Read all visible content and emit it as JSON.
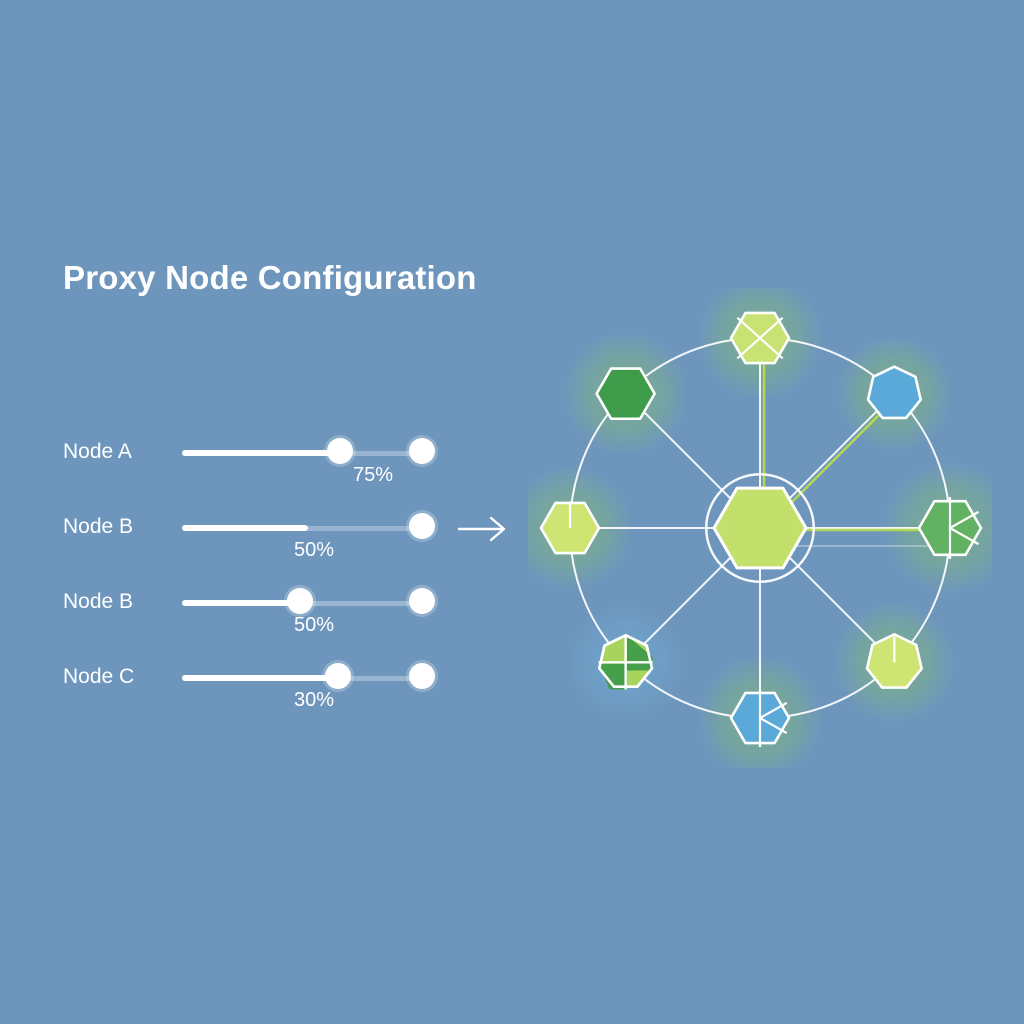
{
  "page": {
    "title": "Proxy Node Configuration",
    "background_color": "#6e96bd"
  },
  "sliders": {
    "rows": [
      {
        "label": "Node A",
        "value_text": "75%",
        "value": 75,
        "fill_pct": 63,
        "thumb_pct": 63,
        "has_end_thumb": true
      },
      {
        "label": "Node B",
        "value_text": "50%",
        "value": 50,
        "fill_pct": 50,
        "thumb_pct": 100,
        "has_end_thumb": false
      },
      {
        "label": "Node B",
        "value_text": "50%",
        "value": 50,
        "fill_pct": 47,
        "thumb_pct": 47,
        "has_end_thumb": true
      },
      {
        "label": "Node C",
        "value_text": "30%",
        "value": 30,
        "fill_pct": 62,
        "thumb_pct": 62,
        "has_end_thumb": true
      }
    ],
    "track_color": "#ffffff",
    "track_bg_color": "rgba(255,255,255,0.30)",
    "thumb_color": "#ffffff"
  },
  "arrow": {
    "icon": "arrow-right-icon",
    "color": "#ffffff"
  },
  "network": {
    "hub": {
      "name": "central-hub-node",
      "shape": "hexagon",
      "fill": "#c3e06c",
      "stroke": "#ffffff",
      "ring": true,
      "radius": 46,
      "ring_radius": 86
    },
    "ring_color": "#ffffff",
    "spoke_color": "#ffffff",
    "highlight_color": "#b5db4f",
    "outer_radius": 190,
    "nodes": [
      {
        "id": "node-top",
        "angle": 270,
        "shape": "hexagon",
        "fill": "#c9e274",
        "pattern": "cross-x",
        "glow": "#7fb87a",
        "glow_opacity": 0.45,
        "radius": 29,
        "highlighted": true
      },
      {
        "id": "node-upper-right",
        "angle": 315,
        "shape": "heptagon",
        "fill": "#5aa9d8",
        "pattern": "plain",
        "glow": "#7fb87a",
        "glow_opacity": 0.45,
        "radius": 27,
        "highlighted": true
      },
      {
        "id": "node-right",
        "angle": 0,
        "shape": "hexagon",
        "fill": "#62b263",
        "pattern": "facets",
        "glow": "#7fb87a",
        "glow_opacity": 0.45,
        "radius": 31,
        "highlighted": true
      },
      {
        "id": "node-lower-right",
        "angle": 45,
        "shape": "heptagon",
        "fill": "#cfe573",
        "pattern": "tick",
        "glow": "#7fb87a",
        "glow_opacity": 0.45,
        "radius": 28,
        "highlighted": false
      },
      {
        "id": "node-bottom",
        "angle": 90,
        "shape": "hexagon",
        "fill": "#5aa9d8",
        "pattern": "facets",
        "glow": "#7fb87a",
        "glow_opacity": 0.45,
        "radius": 29,
        "highlighted": false
      },
      {
        "id": "node-lower-left",
        "angle": 135,
        "shape": "heptagon",
        "fill": "#a8d45e",
        "pattern": "quadrants",
        "glow": "#6fa8cf",
        "glow_opacity": 0.5,
        "radius": 27,
        "highlighted": false
      },
      {
        "id": "node-left",
        "angle": 180,
        "shape": "hexagon",
        "fill": "#cfe573",
        "pattern": "tick",
        "glow": "#7fb87a",
        "glow_opacity": 0.45,
        "radius": 29,
        "highlighted": false
      },
      {
        "id": "node-upper-left",
        "angle": 225,
        "shape": "hexagon",
        "fill": "#3f9c4a",
        "pattern": "plain",
        "glow": "#7fb87a",
        "glow_opacity": 0.45,
        "radius": 29,
        "highlighted": false
      }
    ]
  }
}
